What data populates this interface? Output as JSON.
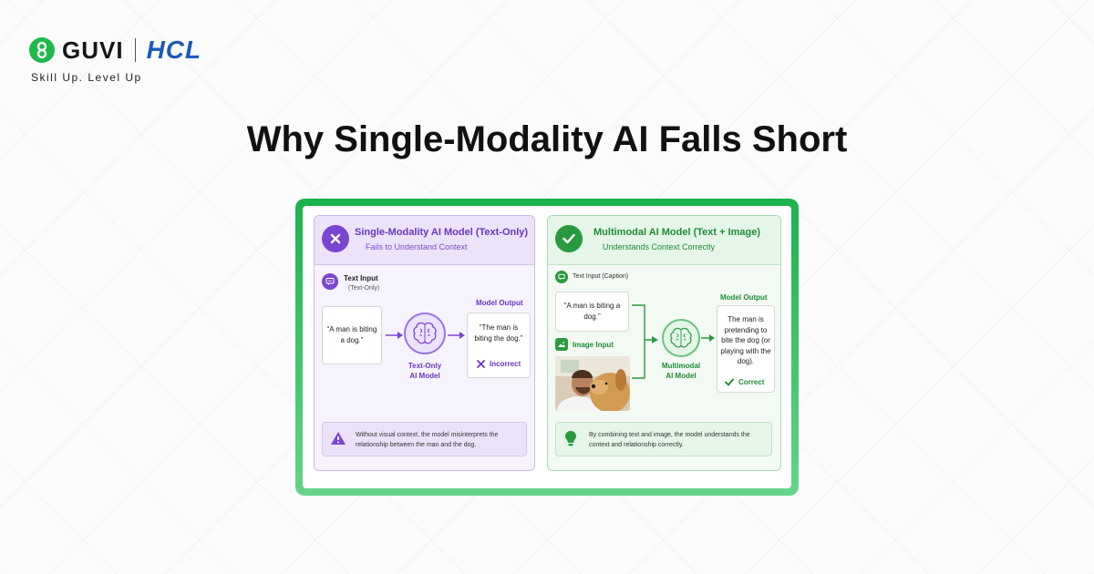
{
  "brand": {
    "name": "GUVI",
    "partner": "HCL",
    "tagline": "Skill Up. Level Up"
  },
  "title": "Why Single-Modality AI Falls Short",
  "colors": {
    "accent_green": "#1ab34b",
    "purple": "#7a45d1",
    "dark_green": "#2a9a3e"
  },
  "left_panel": {
    "title": "Single-Modality AI Model (Text-Only)",
    "subtitle": "Fails to Understand Context",
    "input_label": "Text Input",
    "input_sublabel": "(Text-Only)",
    "input_text": "“A man is biting a dog.”",
    "model_label_line1": "Text-Only",
    "model_label_line2": "AI Model",
    "output_label": "Model Output",
    "output_text": "“The man is biting the dog.”",
    "status": "Incorrect",
    "note": "Without visual context, the model misinterprets the relationship between the man and the dog."
  },
  "right_panel": {
    "title": "Multimodal AI Model (Text + Image)",
    "subtitle": "Understands Context Correctly",
    "text_input_label": "Text Input (Caption)",
    "input_text": "“A man is biting a dog.”",
    "image_input_label": "Image Input",
    "model_label_line1": "Multimodal",
    "model_label_line2": "AI Model",
    "output_label": "Model Output",
    "output_text": "The man is pretending to bite the dog (or playing with the dog).",
    "status": "Correct",
    "note": "By combining text and image, the model understands the context and relationship correctly."
  },
  "icons": [
    "x-icon",
    "check-icon",
    "chat-icon",
    "brain-icon",
    "arrow-icon",
    "warning-icon",
    "image-icon",
    "lightbulb-icon"
  ]
}
